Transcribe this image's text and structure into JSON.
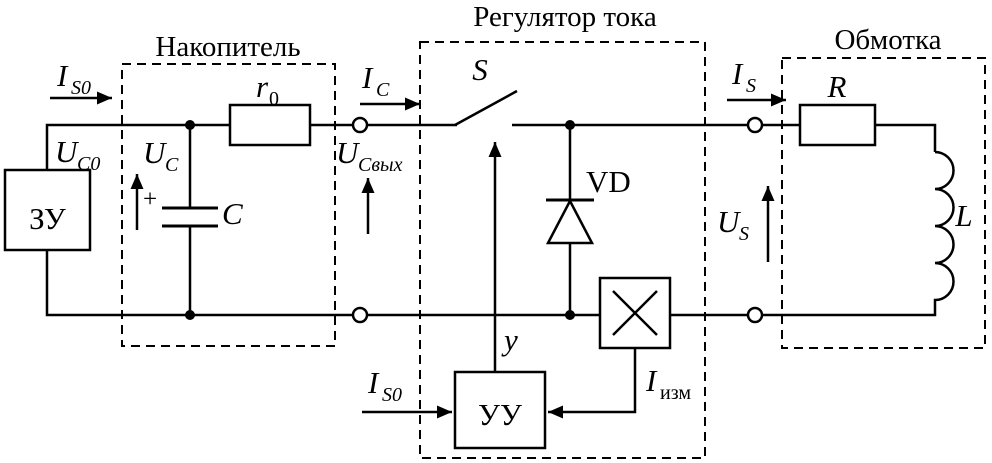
{
  "blocks": {
    "storage": {
      "title": "Накопитель"
    },
    "regulator": {
      "title": "Регулятор тока"
    },
    "winding": {
      "title": "Обмотка"
    }
  },
  "components": {
    "charger_label": "ЗУ",
    "control_unit_label": "УУ",
    "diode_label": "VD",
    "switch_label": "S",
    "storage_resistor": {
      "main": "r",
      "sub": "0"
    },
    "capacitor_label": "C",
    "capacitor_plus": "+",
    "winding_resistor": "R",
    "inductor_label": "L"
  },
  "signals": {
    "i_s0_top": {
      "main": "I",
      "sub": "S0"
    },
    "u_c0": {
      "main": "U",
      "sub": "C0"
    },
    "u_c": {
      "main": "U",
      "sub": "C"
    },
    "i_c": {
      "main": "I",
      "sub": "C"
    },
    "u_c_out": {
      "main": "U",
      "sub": "Cвых"
    },
    "control_y": "у",
    "i_s0_in": {
      "main": "I",
      "sub": "S0"
    },
    "i_meas": {
      "main": "I",
      "sub": "изм"
    },
    "i_s": {
      "main": "I",
      "sub": "S"
    },
    "u_s": {
      "main": "U",
      "sub": "S"
    },
    "accent_color": "#000000",
    "background_color": "#ffffff"
  }
}
